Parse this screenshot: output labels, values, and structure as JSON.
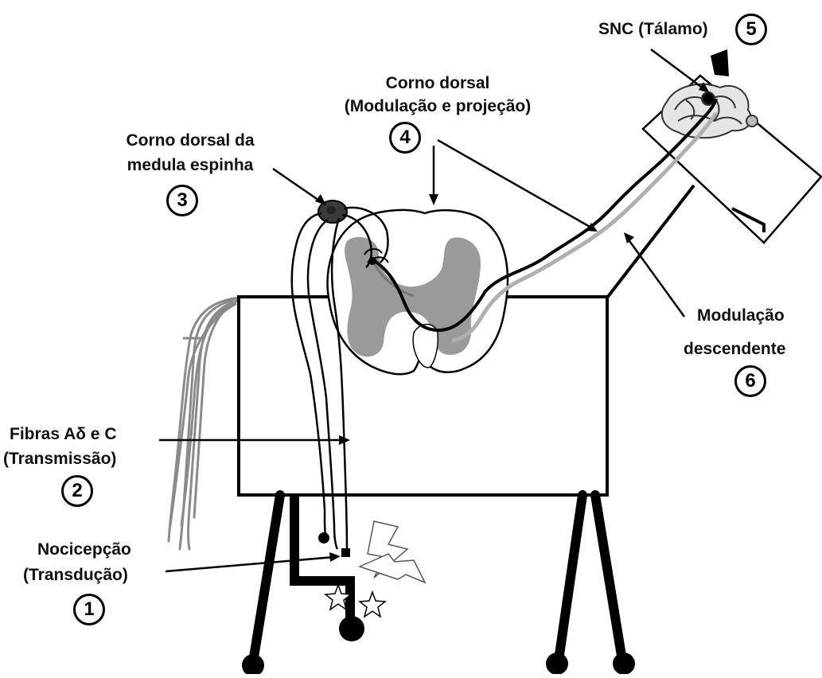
{
  "labels": {
    "snc": "SNC (Tálamo)",
    "corno_dorsal_title": "Corno dorsal",
    "corno_dorsal_sub": "(Modulação e projeção)",
    "medula_line1": "Corno dorsal da",
    "medula_line2": "medula espinha",
    "fibras_line1": "Fibras Aδ e C",
    "fibras_line2": "(Transmissão)",
    "nocicepcao_line1": "Nocicepção",
    "nocicepcao_line2": "(Transdução)",
    "modulacao_line1": "Modulação",
    "modulacao_line2": "descendente"
  },
  "steps": {
    "one": "1",
    "two": "2",
    "three": "3",
    "four": "4",
    "five": "5",
    "six": "6"
  }
}
